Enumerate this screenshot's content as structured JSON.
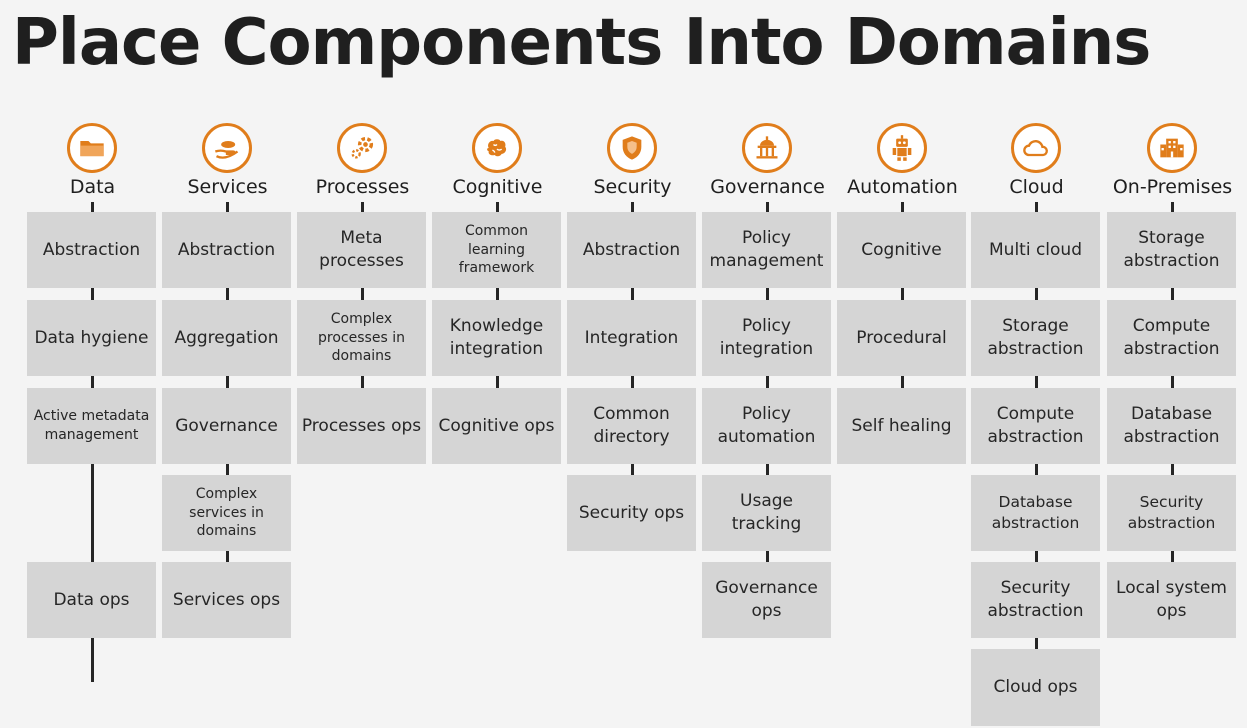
{
  "title": "Place Components Into Domains",
  "accent_color": "#e07d1b",
  "columns": [
    {
      "label": "Data",
      "icon": "folder-icon",
      "items": [
        "Abstraction",
        "Data hygiene",
        "Active metadata management",
        "Data ops"
      ]
    },
    {
      "label": "Services",
      "icon": "hand-icon",
      "items": [
        "Abstraction",
        "Aggregation",
        "Governance",
        "Complex services in domains",
        "Services ops"
      ]
    },
    {
      "label": "Processes",
      "icon": "gears-icon",
      "items": [
        "Meta processes",
        "Complex processes in domains",
        "Processes ops"
      ]
    },
    {
      "label": "Cognitive",
      "icon": "brain-icon",
      "items": [
        "Common learning framework",
        "Knowledge integration",
        "Cognitive ops"
      ]
    },
    {
      "label": "Security",
      "icon": "shield-icon",
      "items": [
        "Abstraction",
        "Integration",
        "Common directory",
        "Security ops"
      ]
    },
    {
      "label": "Governance",
      "icon": "capitol-icon",
      "items": [
        "Policy management",
        "Policy integration",
        "Policy automation",
        "Usage tracking",
        "Governance ops"
      ]
    },
    {
      "label": "Automation",
      "icon": "robot-icon",
      "items": [
        "Cognitive",
        "Procedural",
        "Self healing"
      ]
    },
    {
      "label": "Cloud",
      "icon": "cloud-icon",
      "items": [
        "Multi cloud",
        "Storage abstraction",
        "Compute abstraction",
        "Database abstraction",
        "Security abstraction",
        "Cloud ops"
      ]
    },
    {
      "label": "On-Premises",
      "icon": "building-icon",
      "items": [
        "Storage abstraction",
        "Compute abstraction",
        "Database abstraction",
        "Security abstraction",
        "Local system ops"
      ]
    }
  ]
}
